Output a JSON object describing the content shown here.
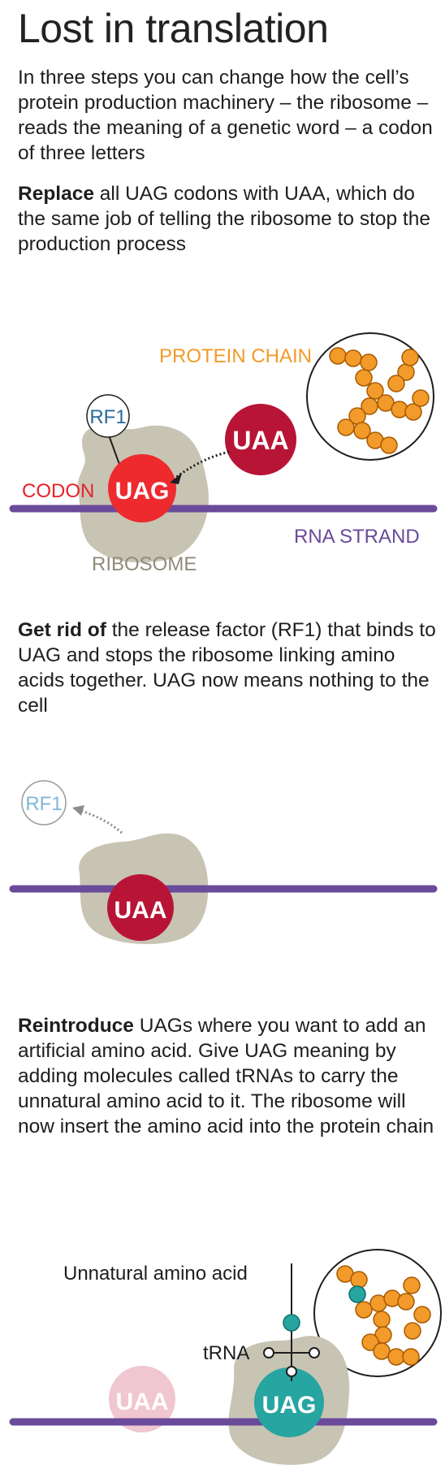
{
  "title": "Lost in translation",
  "intro": "In three steps you can change how the cell’s protein production machinery – the ribosome – reads the meaning of a genetic word – a codon of three letters",
  "steps": [
    {
      "lead": "Replace",
      "text": " all UAG codons with UAA, which do the same job of telling the ribosome to stop the production process"
    },
    {
      "lead": "Get rid of",
      "text": " the release factor (RF1) that binds to UAG and stops the ribosome linking amino acids together. UAG now means nothing to the cell"
    },
    {
      "lead": "Reintroduce",
      "text": " UAGs where you want to add an artificial amino acid. Give UAG meaning by adding molecules called tRNAs to carry the unnatural amino acid to it. The ribosome will now insert the amino acid into the protein chain"
    }
  ],
  "diagram1": {
    "protein_chain": "PROTEIN CHAIN",
    "rf1": "RF1",
    "uaa": "UAA",
    "codon_label": "CODON",
    "uag": "UAG",
    "rna_strand": "RNA STRAND",
    "ribosome": "RIBOSOME"
  },
  "diagram2": {
    "rf1": "RF1",
    "uaa": "UAA"
  },
  "diagram3": {
    "unnatural_amino_acid": "Unnatural amino acid",
    "trna": "tRNA",
    "uaa": "UAA",
    "uag": "UAG"
  },
  "colors": {
    "ribosome": "#c8c4b4",
    "uag_red": "#ee2a2e",
    "uaa_crimson": "#b81436",
    "uaa_faded": "#f0c6d0",
    "rna_purple": "#6a4a9a",
    "protein_orange": "#f29a2a",
    "rf1_blue": "#2a6a9a",
    "rf1_faded": "#7fb7d6",
    "trna_teal": "#27a5a0",
    "codon_red": "#e8212a",
    "ribosome_label": "#8f8b79"
  }
}
